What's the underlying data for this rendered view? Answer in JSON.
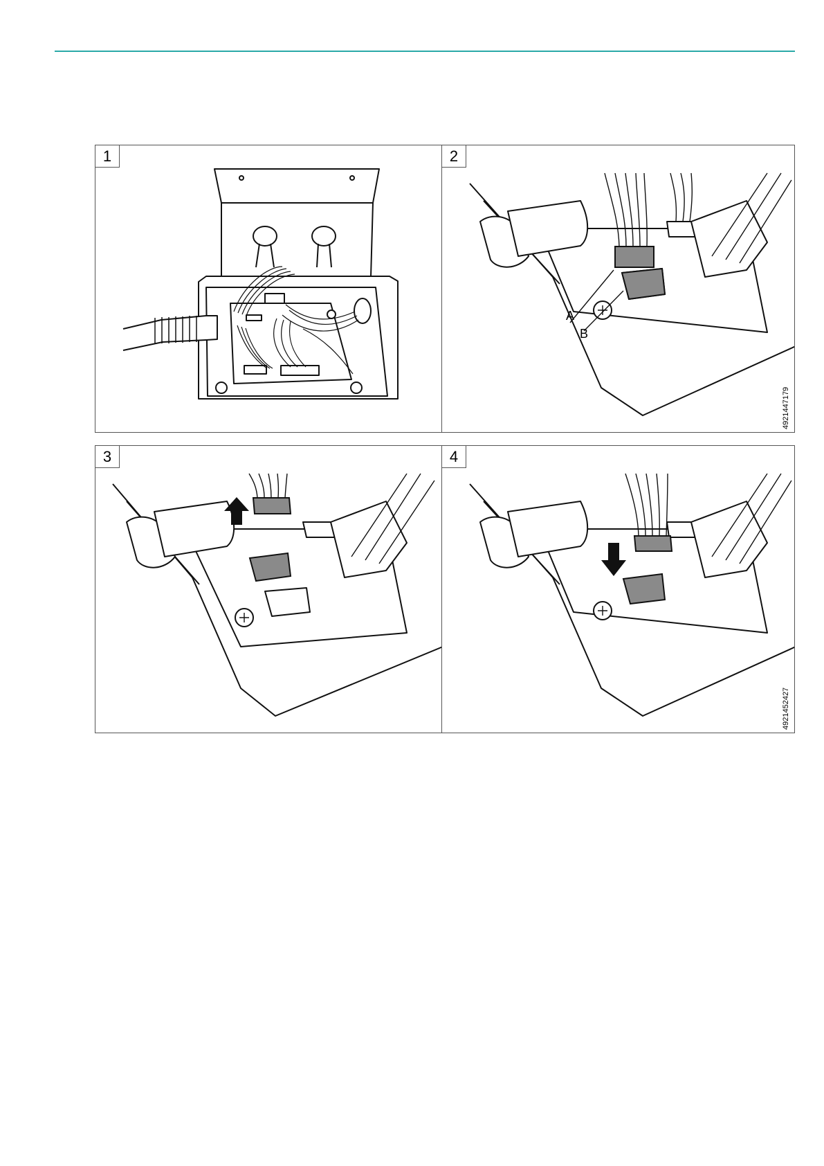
{
  "figure": {
    "panels": [
      {
        "step": "1"
      },
      {
        "step": "2",
        "callouts": [
          "A",
          "B"
        ]
      },
      {
        "step": "3"
      },
      {
        "step": "4"
      }
    ],
    "figure_ids": [
      "4921447179",
      "4921452427"
    ]
  }
}
